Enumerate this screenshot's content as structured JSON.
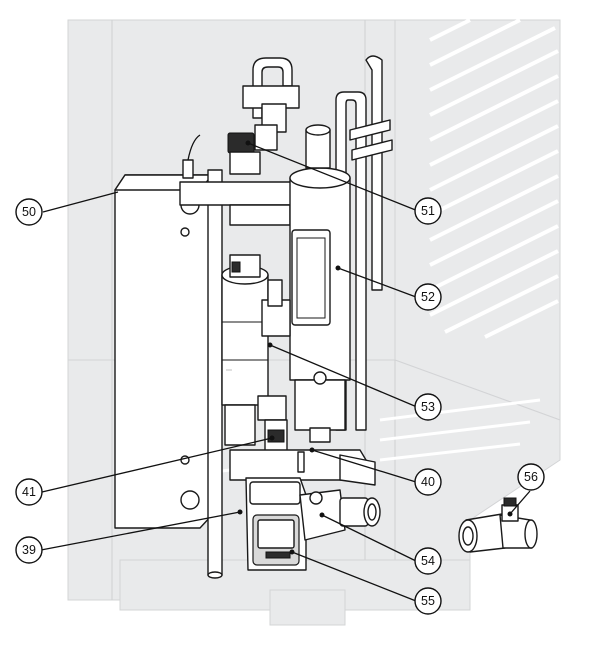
{
  "callouts": [
    {
      "id": "c50",
      "label": "50"
    },
    {
      "id": "c51",
      "label": "51"
    },
    {
      "id": "c52",
      "label": "52"
    },
    {
      "id": "c53",
      "label": "53"
    },
    {
      "id": "c41",
      "label": "41"
    },
    {
      "id": "c40",
      "label": "40"
    },
    {
      "id": "c56",
      "label": "56"
    },
    {
      "id": "c39",
      "label": "39"
    },
    {
      "id": "c54",
      "label": "54"
    },
    {
      "id": "c55",
      "label": "55"
    }
  ],
  "colors": {
    "ghost": "#e9eaeb",
    "outline": "#1a1a1a",
    "background": "#ffffff"
  }
}
